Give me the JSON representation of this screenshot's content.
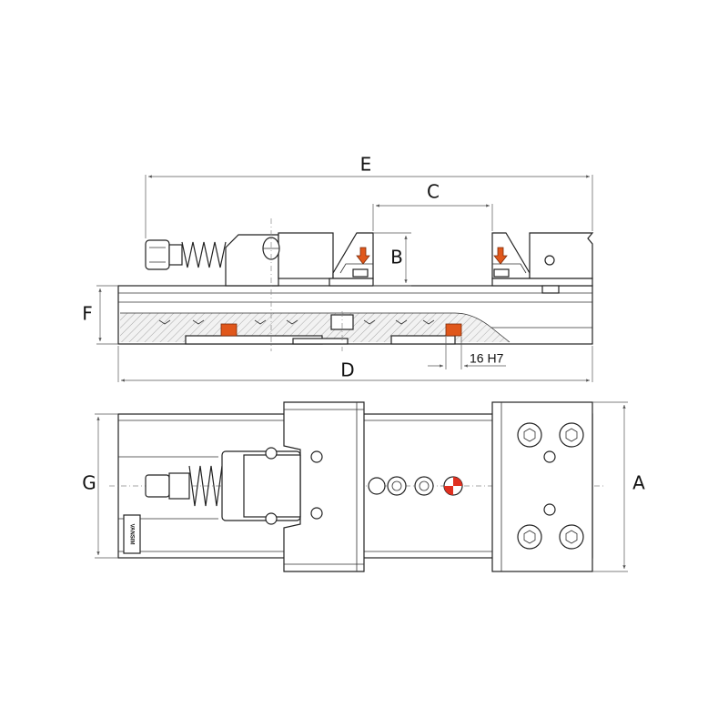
{
  "dimensions": {
    "a": "A",
    "b": "B",
    "c": "C",
    "d": "D",
    "e": "E",
    "f": "F",
    "g": "G",
    "slot": "16 H7"
  },
  "brand": "VANSIM",
  "colors": {
    "accent": "#e0571b",
    "line": "#222222",
    "hatch": "#999999",
    "target_red": "#e03020"
  }
}
